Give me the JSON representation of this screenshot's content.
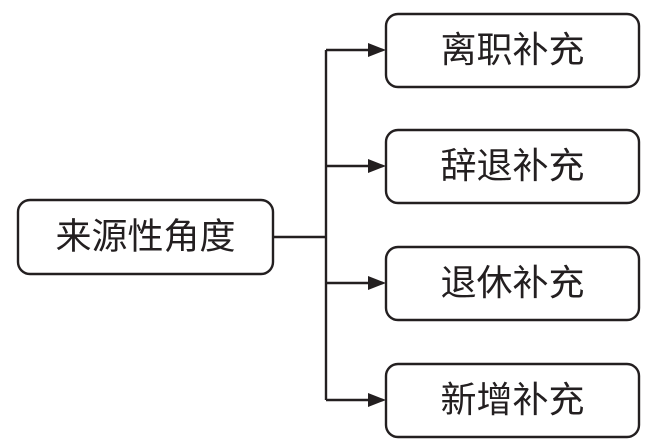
{
  "diagram": {
    "root": {
      "label": "来源性角度"
    },
    "children": [
      {
        "label": "离职补充"
      },
      {
        "label": "辞退补充"
      },
      {
        "label": "退休补充"
      },
      {
        "label": "新增补充"
      }
    ]
  },
  "colors": {
    "stroke": "#231f20",
    "fill": "#ffffff",
    "text": "#231f20"
  }
}
